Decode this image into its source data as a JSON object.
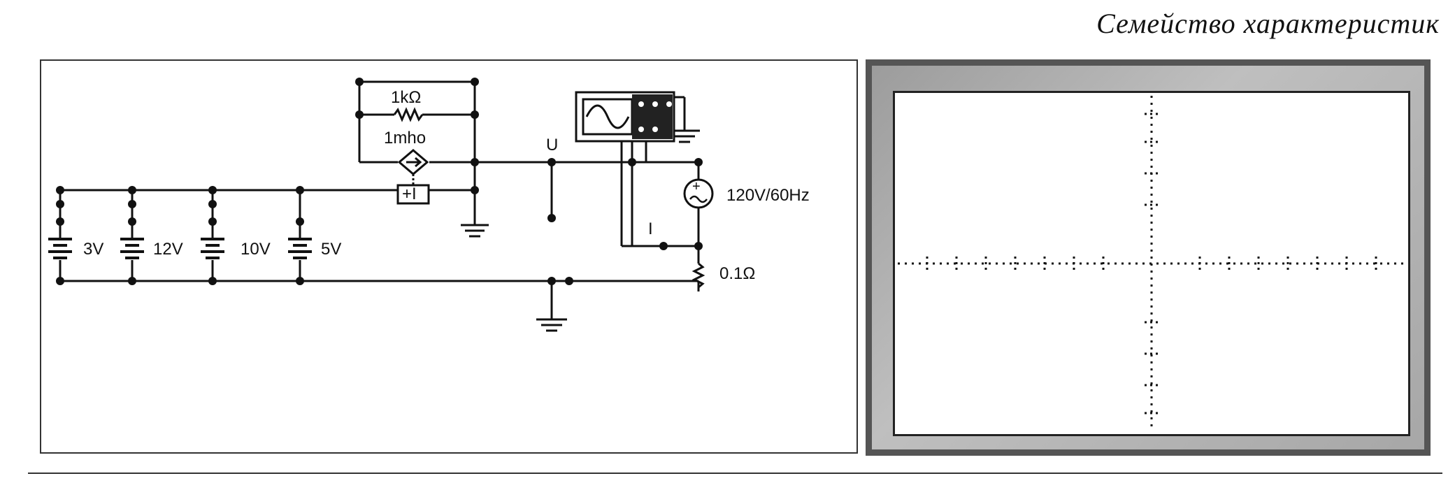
{
  "header": {
    "title": "Семейство характеристик"
  },
  "schematic": {
    "resistor_label": "1kΩ",
    "conductance_label": "1mho",
    "node_u_label": "U",
    "node_i_label": "I",
    "source_label": "120V/60Hz",
    "shunt_label": "0.1Ω",
    "dependent_source_symbol": "+I",
    "batteries": [
      "3V",
      "12V",
      "10V",
      "5V"
    ]
  }
}
